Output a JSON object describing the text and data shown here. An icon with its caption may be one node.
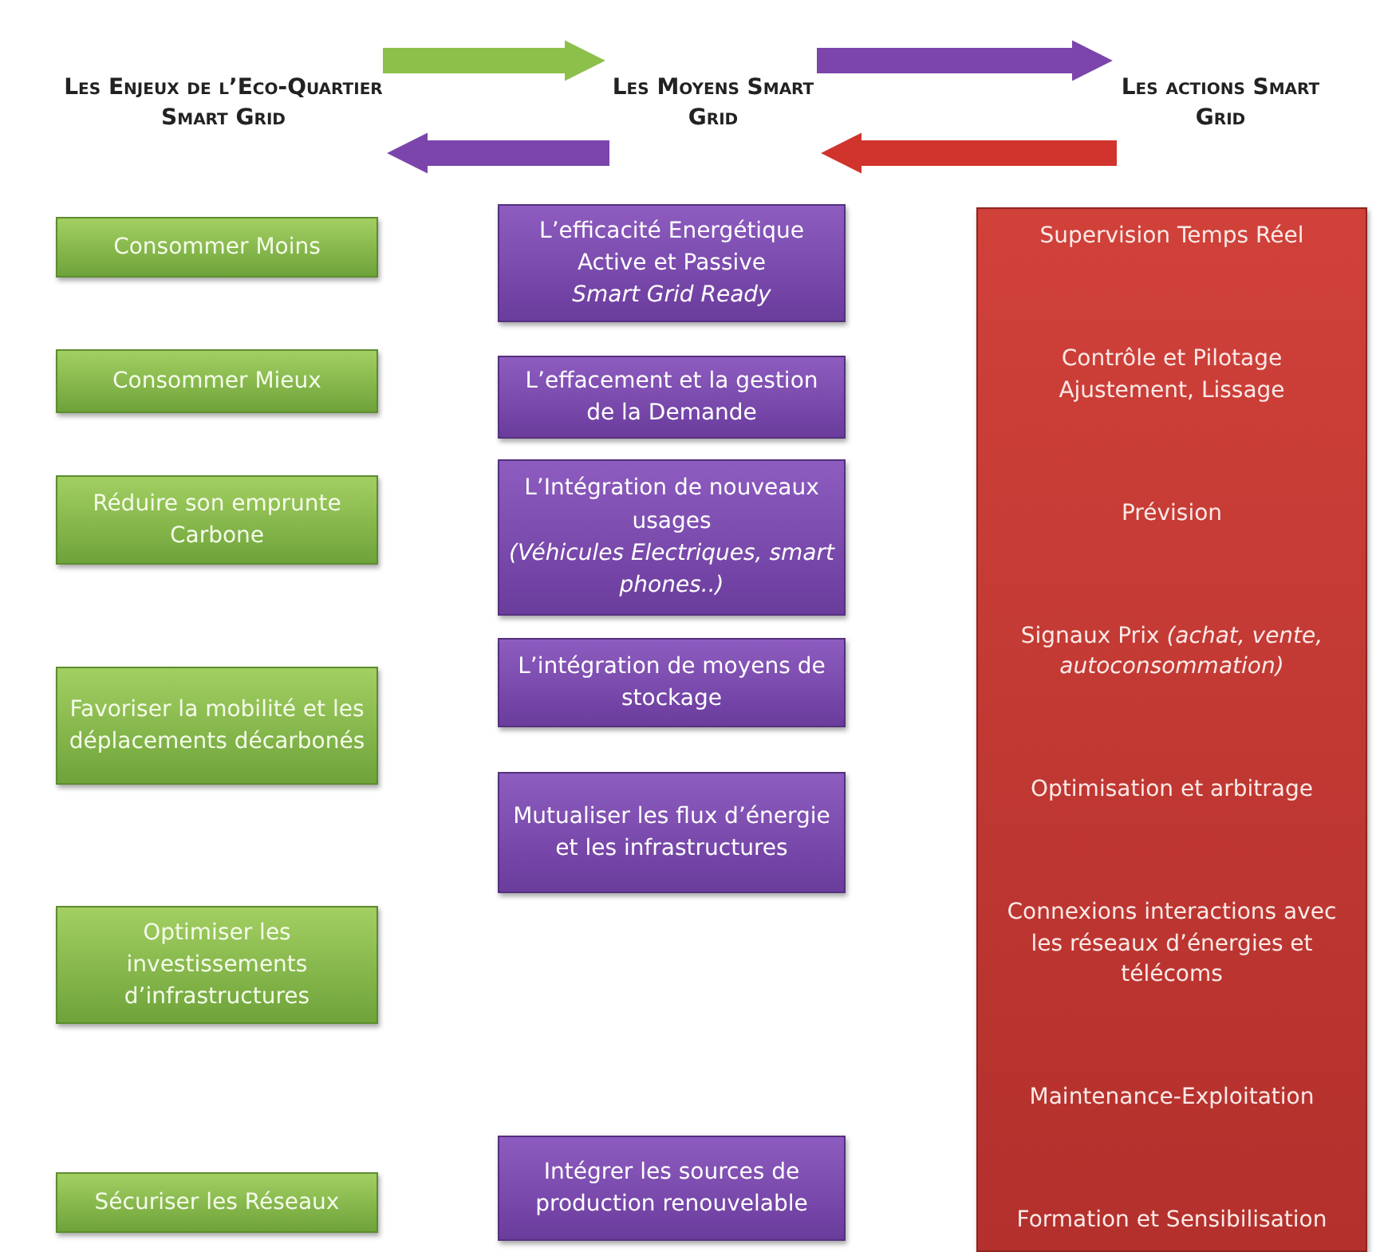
{
  "diagram": {
    "nodes": [
      {
        "text": [
          "Les Enjeux de l’Eco-Quartier Smart Grid"
        ]
      },
      {
        "text": [
          "Les Moyens Smart Grid"
        ]
      },
      {
        "text": [
          "Les actions Smart Grid"
        ]
      },
      {
        "text": [
          "Consommer Moins"
        ]
      },
      {
        "text": [
          "Consommer Mieux"
        ]
      },
      {
        "text": [
          "Réduire son emprunte Carbone"
        ]
      },
      {
        "text": [
          "Favoriser la mobilité et les déplacements décarbonés"
        ]
      },
      {
        "text": [
          "Optimiser les investissements d’infrastructures"
        ]
      },
      {
        "text": [
          "Sécuriser les Réseaux"
        ]
      },
      {
        "text": [
          "L’efficacité Energétique Active et Passive *Smart Grid Ready*"
        ]
      },
      {
        "text": [
          "L’effacement et la gestion de la Demande"
        ]
      },
      {
        "text": [
          "L’Intégration de nouveaux usages *(Véhicules Electriques, smart phones..)*"
        ]
      },
      {
        "text": [
          "L’intégration de moyens de stockage"
        ]
      },
      {
        "text": [
          "Mutualiser les flux d’énergie et les infrastructures"
        ]
      },
      {
        "text": [
          "Intégrer les sources de production renouvelable"
        ]
      },
      {
        "text": [
          "Supervision Temps Réel",
          "Contrôle et Pilotage Ajustement, Lissage",
          "Prévision",
          "Signaux Prix *(achat, vente, autoconsommation)*",
          "Optimisation et arbitrage",
          "Connexions interactions avec les réseaux d’énergies et télécoms",
          "Maintenance-Exploitation",
          "Formation et Sensibilisation"
        ]
      }
    ],
    "edges": [
      {
        "from": 0,
        "to": 1,
        "arrow": "to",
        "color": "#8cc04a"
      },
      {
        "from": 1,
        "to": 2,
        "arrow": "to"
      },
      {
        "from": 1,
        "to": 0,
        "arrow": "to"
      },
      {
        "from": 2,
        "to": 1,
        "arrow": "to",
        "color": "#d0342c"
      }
    ]
  }
}
